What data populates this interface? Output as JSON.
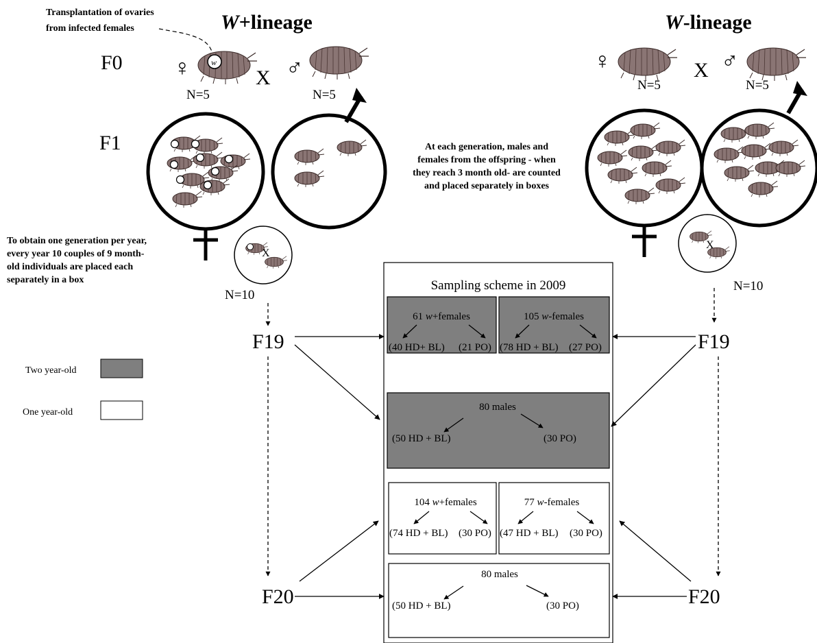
{
  "header": {
    "w_plus_title_italic": "W",
    "w_plus_title_rest": "+lineage",
    "w_minus_title_italic": "W",
    "w_minus_title_rest": "-lineage",
    "transplant_note_line1": "Transplantation of ovaries",
    "transplant_note_line2": "from infected females"
  },
  "generations": {
    "f0": "F0",
    "f1": "F1",
    "f19_left": "F19",
    "f19_right": "F19",
    "f20_left": "F20",
    "f20_right": "F20"
  },
  "symbols": {
    "female": "♀",
    "male": "♂",
    "cross": "X",
    "w_mark": "w"
  },
  "counts": {
    "left_female_n": "N=5",
    "left_male_n": "N=5",
    "right_female_n": "N=5",
    "right_male_n": "N=5",
    "left_couples_n": "N=10",
    "right_couples_n": "N=10"
  },
  "notes": {
    "offspring_line1": "At each generation, males and",
    "offspring_line2": "females from the offspring - when",
    "offspring_line3": "they reach 3 month old- are counted",
    "offspring_line4": "and placed separately in boxes",
    "generation_line1": "To obtain one generation per year,",
    "generation_line2": "every year 10 couples of  9 month-",
    "generation_line3": "old individuals are placed each",
    "generation_line4": "separately in a box"
  },
  "legend": {
    "two_year_old": "Two year-old",
    "one_year_old": "One year-old",
    "two_year_color": "#7f7f7f",
    "one_year_color": "#ffffff"
  },
  "sampling": {
    "title": "Sampling scheme in 2009",
    "box_f19_wplus": {
      "count": "61 ",
      "italic": "w",
      "rest": "+females",
      "left": "(40 HD+ BL)",
      "right": "(21 PO)"
    },
    "box_f19_wminus": {
      "count": "105 ",
      "italic": "w",
      "rest": "-females",
      "left": "(78 HD + BL)",
      "right": "(27 PO)"
    },
    "box_f19_males": {
      "title": "80 males",
      "left": "(50 HD + BL)",
      "right": "(30 PO)"
    },
    "box_f20_wplus": {
      "count": "104 ",
      "italic": "w",
      "rest": "+females",
      "left": "(74 HD + BL)",
      "right": "(30 PO)"
    },
    "box_f20_wminus": {
      "count": "77 ",
      "italic": "w",
      "rest": "-females",
      "left": "(47 HD + BL)",
      "right": "(30 PO)"
    },
    "box_f20_males": {
      "title": "80 males",
      "left": "(50 HD + BL)",
      "right": "(30 PO)"
    }
  }
}
